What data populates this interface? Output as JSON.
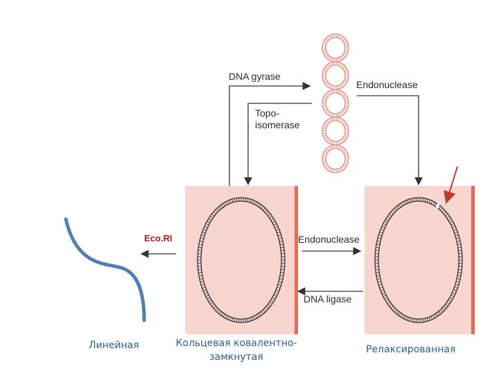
{
  "labels": {
    "dna_gyrase": "DNA gyrase",
    "topo_line1": "Topo-",
    "topo_line2": "isomerase",
    "endonuclease_top": "Endonuclease",
    "endonuclease_mid": "Endonuclease",
    "dna_ligase": "DNA ligase",
    "ecori": "Eco.RI",
    "linear": "Линейная",
    "ccc_line1": "Кольцевая ковалентно-",
    "ccc_line2": "замкнутая",
    "relaxed": "Релаксированная"
  },
  "colors": {
    "panel": "#f9d5d0",
    "panel_edge": "#e46a5c",
    "supercoil": "#e8897c",
    "linear_dna": "#4f7fb6",
    "arrow": "#333333",
    "nick_arrow": "#c0392b",
    "eco_label": "#c0181a",
    "russian_label": "#2f5e8c"
  }
}
